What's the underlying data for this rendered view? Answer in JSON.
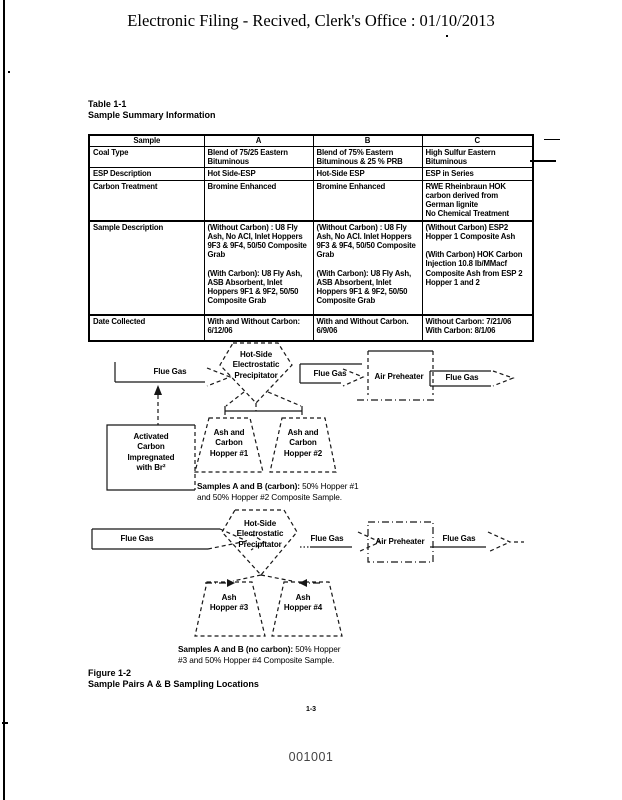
{
  "page": {
    "header_title": "Electronic Filing - Recived, Clerk's Office : 01/10/2013",
    "page_number": "1-3",
    "stamp": "001001"
  },
  "table": {
    "title_line1": "Table 1-1",
    "title_line2": "Sample Summary Information",
    "columns": [
      "Sample",
      "A",
      "B",
      "C"
    ],
    "rows": [
      {
        "label": "Coal Type",
        "a": "Blend of 75/25 Eastern\nBituminous",
        "b": "Blend of 75% Eastern\nBituminous & 25 % PRB",
        "c": "High Sulfur Eastern\nBituminous"
      },
      {
        "label": "ESP Description",
        "a": "Hot Side-ESP",
        "b": "Hot-Side ESP",
        "c": "ESP in Series"
      },
      {
        "label": "Carbon Treatment",
        "a": "Bromine Enhanced",
        "b": "Bromine Enhanced",
        "c": "RWE Rheinbraun HOK\ncarbon derived from\nGerman lignite\nNo Chemical Treatment"
      },
      {
        "label": "Sample Description",
        "a": "(Without Carbon) : U8 Fly Ash, No ACI, Inlet Hoppers 9F3 & 9F4, 50/50 Composite Grab\n\n(With Carbon): U8 Fly Ash, ASB Absorbent, Inlet Hoppers 9F1 & 9F2, 50/50 Composite Grab",
        "b": "(Without Carbon) : U8 Fly Ash, No ACI. Inlet Hoppers 9F3 & 9F4, 50/50 Composite Grab\n\n(With Carbon): U8 Fly Ash, ASB Absorbent, Inlet Hoppers 9F1 & 9F2, 50/50 Composite Grab",
        "c": "(Without Carbon) ESP2 Hopper 1 Composite Ash\n\n(With Carbon) HOK Carbon Injection 10.8 lb/MMacf Composite Ash from ESP 2 Hopper 1 and 2"
      },
      {
        "label": "Date Collected",
        "a": "With and Without Carbon:\n6/12/06",
        "b": "With and Without Carbon.\n6/9/06",
        "c": "Without Carbon: 7/21/06\nWith Carbon: 8/1/06"
      }
    ]
  },
  "diagram1": {
    "flue_gas_in": "Flue Gas",
    "esp": "Hot-Side\nElectrostatic\nPrecipitator",
    "flue_gas_mid": "Flue Gas",
    "air_preheater": "Air Preheater",
    "flue_gas_out": "Flue Gas",
    "carbon_box": "Activated\nCarbon\nImpregnated\nwith Br²",
    "hopper1": "Ash and\nCarbon\nHopper #1",
    "hopper2": "Ash and\nCarbon\nHopper #2",
    "caption_bold": "Samples A and B (carbon):",
    "caption_rest": " 50% Hopper #1\nand 50% Hopper #2 Composite Sample."
  },
  "diagram2": {
    "flue_gas_in": "Flue Gas",
    "esp": "Hot-Side\nElectrostatic\nPrecipitator",
    "flue_gas_mid": "Flue Gas",
    "air_preheater": "Air Preheater",
    "flue_gas_out": "Flue Gas",
    "hopper3": "Ash\nHopper #3",
    "hopper4": "Ash\nHopper #4",
    "caption_bold": "Samples A and B (no carbon):",
    "caption_rest": " 50% Hopper\n#3 and 50% Hopper #4 Composite Sample."
  },
  "figure": {
    "line1": "Figure 1-2",
    "line2": "Sample Pairs A & B Sampling Locations"
  }
}
